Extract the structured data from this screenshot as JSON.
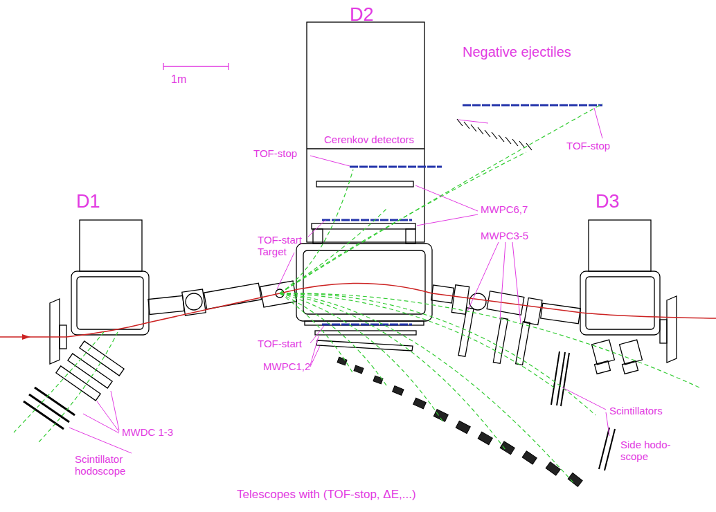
{
  "diagram": {
    "labels": [
      "D2",
      "Negative ejectiles",
      "1m",
      "Cerenkov detectors",
      "TOF-stop",
      "TOF-stop",
      "D1",
      "D3",
      "MWPC6,7",
      "TOF-start",
      "Target",
      "MWPC3-5",
      "TOF-start",
      "MWPC1,2",
      "MWDC 1-3",
      "Scintillator hodoscope",
      "Scintillators",
      "Side hodo- scope",
      "Telescopes with (TOF-stop, ΔE,...)"
    ]
  }
}
